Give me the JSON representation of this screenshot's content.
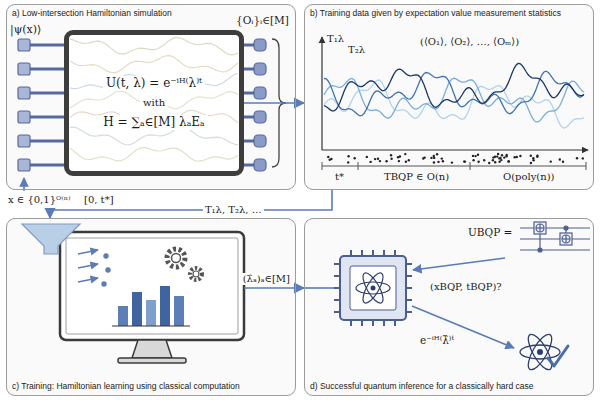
{
  "diagram": {
    "nodes": [
      {
        "text": [
          "a) Low-intersection Hamiltonian simulation"
        ]
      },
      {
        "text": [
          "U(t, λ) = e⁻ⁱᴴ⁽λ⁾ᵗ",
          "with",
          "H = ∑ₐ∈[M] λₐEₐ"
        ],
        "in": 0
      },
      {
        "text": [
          "b) Training data given by expectation value measurement statistics"
        ]
      },
      {
        "text": [
          "c) Training: Hamiltonian learning using classical computation"
        ]
      },
      {
        "text": [
          "d) Successful quantum inference for a classically hard case"
        ]
      }
    ],
    "edges": [
      {
        "from": 1,
        "to": 2,
        "arrow": "to"
      },
      {
        "from": 2,
        "to": 3,
        "label": "T₁λ, T₂λ, …",
        "arrow": "to"
      },
      {
        "from": 3,
        "to": 4,
        "label": "(λ̂ₐ)ₐ∈[M]",
        "arrow": "to"
      }
    ],
    "labels": [
      "|ψ(x)⟩",
      "{Oᵢ}ᵢ∈[M]",
      "x ∈ {0,1}ᴼ⁽ⁿ⁾",
      "[0, t*]",
      "T₁λ",
      "T₂λ",
      "(⟨O₁⟩, ⟨O₂⟩, …, ⟨Oₘ⟩)",
      "t*",
      "TBQP ∈ O(n)",
      "O(poly(n))",
      "UBQP =",
      "(xBQP, tBQP)?",
      "e⁻ⁱᴴ⁽λ̂⁾ᵗ"
    ]
  }
}
